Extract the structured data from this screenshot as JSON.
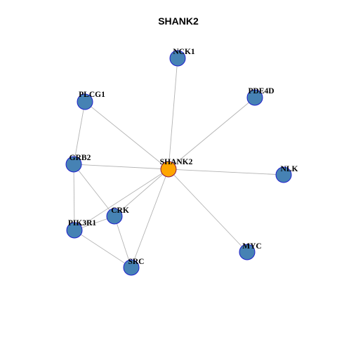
{
  "title": "SHANK2",
  "colors": {
    "background": "#ffffff",
    "edge": "#b3b3b3",
    "node_fill": "#4682b4",
    "node_stroke": "#1f1fcc",
    "hub_fill": "#ffa500",
    "hub_stroke": "#8b1a4a",
    "label": "#000000"
  },
  "nodes": [
    {
      "id": "NCK1",
      "label": "NCK1",
      "hub": false
    },
    {
      "id": "PLCG1",
      "label": "PLCG1",
      "hub": false
    },
    {
      "id": "PDE4D",
      "label": "PDE4D",
      "hub": false
    },
    {
      "id": "GRB2",
      "label": "GRB2",
      "hub": false
    },
    {
      "id": "SHANK2",
      "label": "SHANK2",
      "hub": true
    },
    {
      "id": "NLK",
      "label": "NLK",
      "hub": false
    },
    {
      "id": "CRK",
      "label": "CRK",
      "hub": false
    },
    {
      "id": "PIK3R1",
      "label": "PIK3R1",
      "hub": false
    },
    {
      "id": "MYC",
      "label": "MYC",
      "hub": false
    },
    {
      "id": "SRC",
      "label": "SRC",
      "hub": false
    }
  ],
  "edges": [
    [
      "SHANK2",
      "NCK1"
    ],
    [
      "SHANK2",
      "PLCG1"
    ],
    [
      "SHANK2",
      "PDE4D"
    ],
    [
      "SHANK2",
      "GRB2"
    ],
    [
      "SHANK2",
      "NLK"
    ],
    [
      "SHANK2",
      "CRK"
    ],
    [
      "SHANK2",
      "PIK3R1"
    ],
    [
      "SHANK2",
      "MYC"
    ],
    [
      "SHANK2",
      "SRC"
    ],
    [
      "PLCG1",
      "GRB2"
    ],
    [
      "GRB2",
      "PIK3R1"
    ],
    [
      "GRB2",
      "CRK"
    ],
    [
      "CRK",
      "PIK3R1"
    ],
    [
      "CRK",
      "SRC"
    ],
    [
      "PIK3R1",
      "SRC"
    ]
  ]
}
